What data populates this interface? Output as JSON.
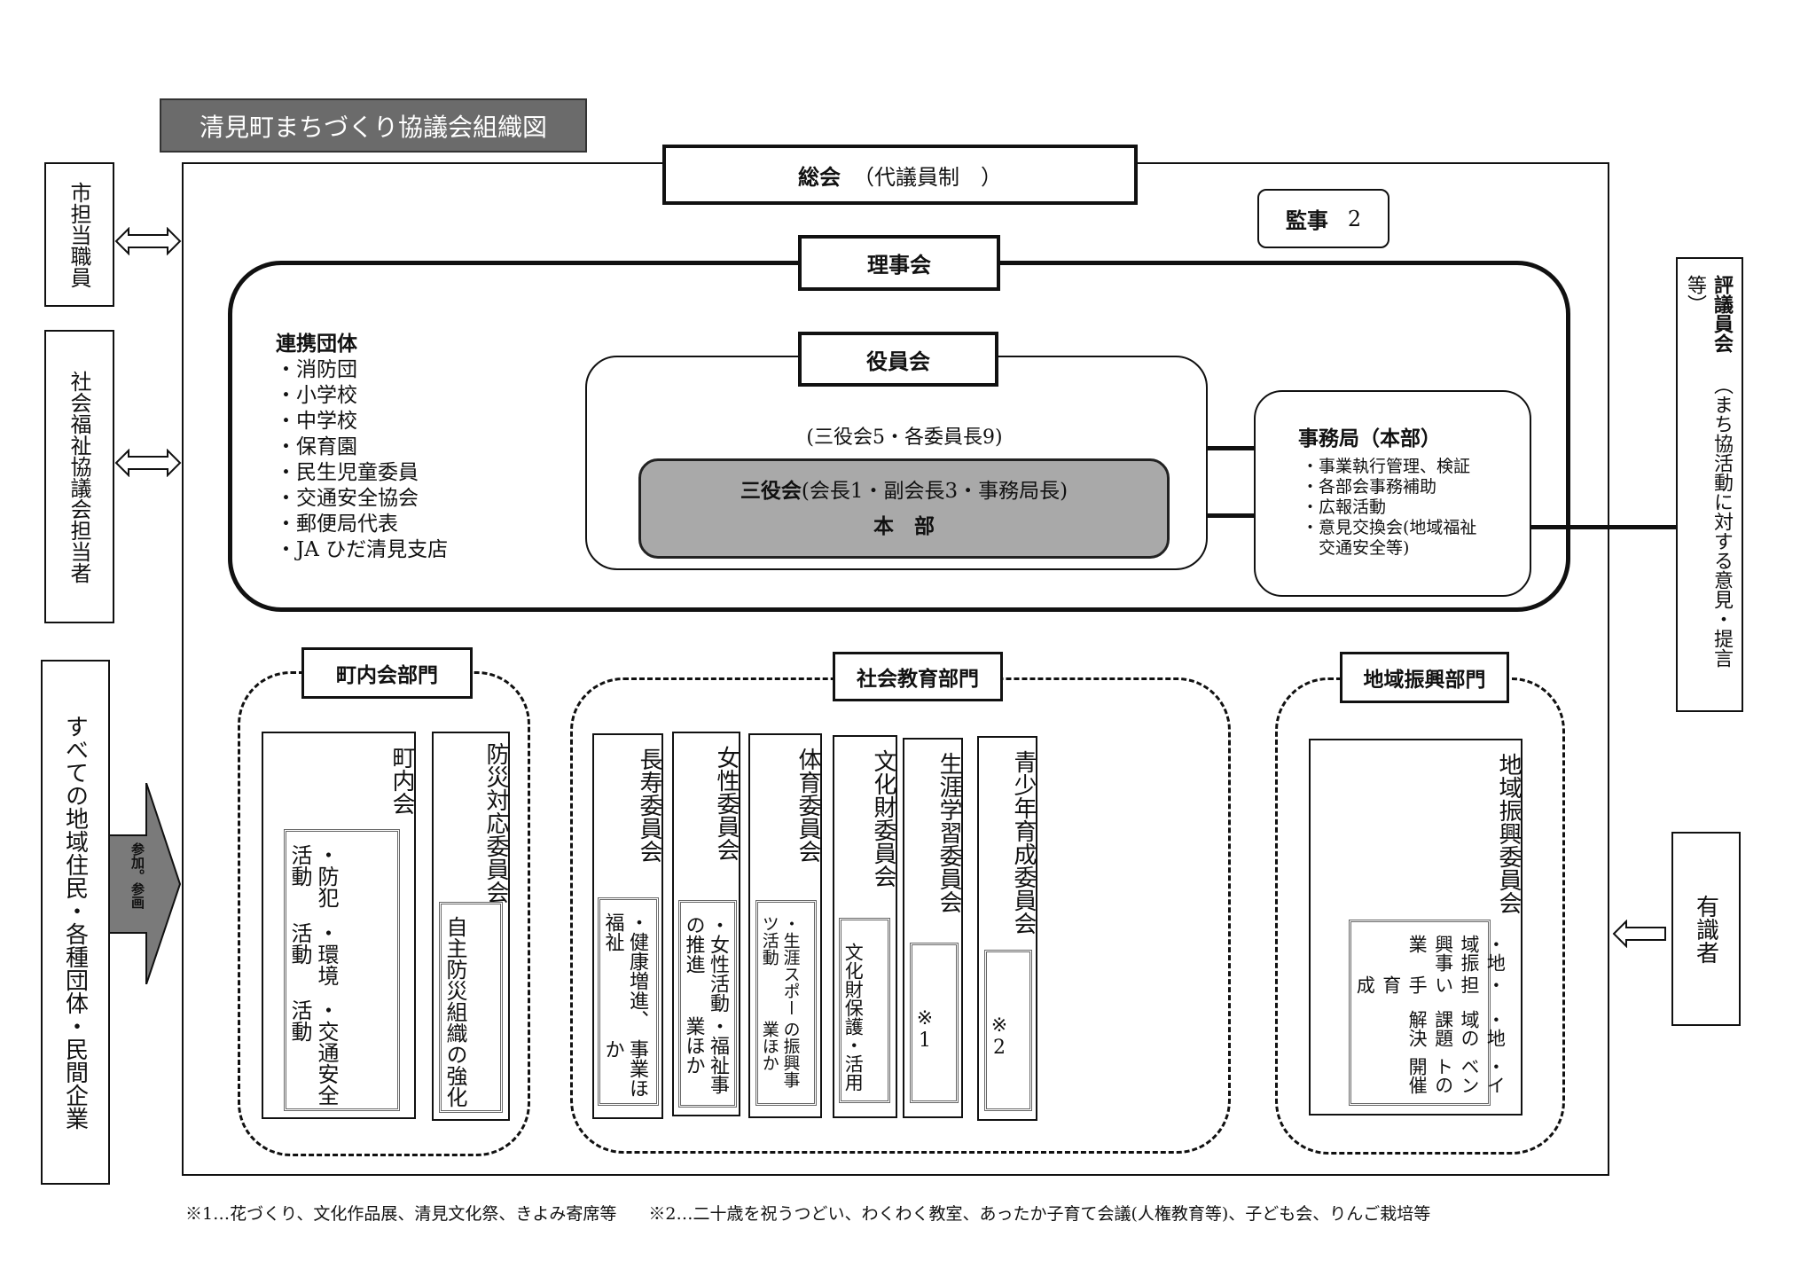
{
  "title": "清見町まちづくり協議会組織図",
  "general_meeting": {
    "name": "総会",
    "note": "（代議員制　）"
  },
  "auditor": {
    "name": "監事",
    "count": "2"
  },
  "board": "理事会",
  "partners": {
    "heading": "連携団体",
    "items": [
      "・消防団",
      "・小学校",
      "・中学校",
      "・保育園",
      "・民生児童委員",
      "・交通安全協会",
      "・郵便局代表",
      "・JA ひだ清見支店"
    ]
  },
  "officers": {
    "name": "役員会",
    "composition": "(三役会5・各委員長9)"
  },
  "executive": {
    "line1_bold": "三役会",
    "line1_rest": "(会長1・副会長3・事務局長)",
    "line2": "本　部"
  },
  "secretariat": {
    "heading": "事務局（本部）",
    "items": [
      "・事業執行管理、検証",
      "・各部会事務補助",
      "・広報活動",
      "・意見交換会(地域福祉",
      "　交通安全等)"
    ]
  },
  "council": {
    "name": "評議員会",
    "note": "（まち協活動に対する意見・提言等）"
  },
  "left_side": {
    "city_staff": "市担当職員",
    "welfare": "社会福祉協議会担当者",
    "residents": "すべての地域住民・各種団体・民間企業",
    "participation": "参加。参画"
  },
  "experts": "有識者",
  "divisions": {
    "neighborhood": {
      "label": "町内会部門",
      "units": [
        {
          "name": "町内会",
          "items": [
            "・防犯活動",
            "・環境活動",
            "・交通安全活動"
          ]
        },
        {
          "name": "防災対応委員会",
          "items": [
            "自主防災組織の強化"
          ]
        }
      ]
    },
    "education": {
      "label": "社会教育部門",
      "units": [
        {
          "name": "長寿委員会",
          "items": [
            "・健康増進、福祉",
            "事業ほか"
          ]
        },
        {
          "name": "女性委員会",
          "items": [
            "・女性活動の推進",
            "・福祉事業ほか"
          ]
        },
        {
          "name": "体育委員会",
          "items": [
            "・生涯スポーツ活動",
            "の振興事業ほか"
          ]
        },
        {
          "name": "文化財委員会",
          "items": [
            "文化財保護・活用"
          ]
        },
        {
          "name": "生涯学習委員会",
          "items": [
            "※1"
          ]
        },
        {
          "name": "青少年育成委員会",
          "items": [
            "※2"
          ]
        }
      ]
    },
    "regional": {
      "label": "地域振興部門",
      "units": [
        {
          "name": "地域振興委員会",
          "items": [
            "・地域振興事業",
            "・担い手育成",
            "・地域の課題解決",
            "・イベントの開催"
          ]
        }
      ]
    }
  },
  "footnotes": {
    "note1": "※1…花づくり、文化作品展、清見文化祭、きよみ寄席等",
    "note2": "※2…二十歳を祝うつどい、わくわく教室、あったか子育て会議(人権教育等)、子ども会、りんご栽培等"
  },
  "colors": {
    "title_bg": "#6b6b6b",
    "executive_bg": "#a9a9a9",
    "arrow_bg": "#7a7a7a"
  }
}
